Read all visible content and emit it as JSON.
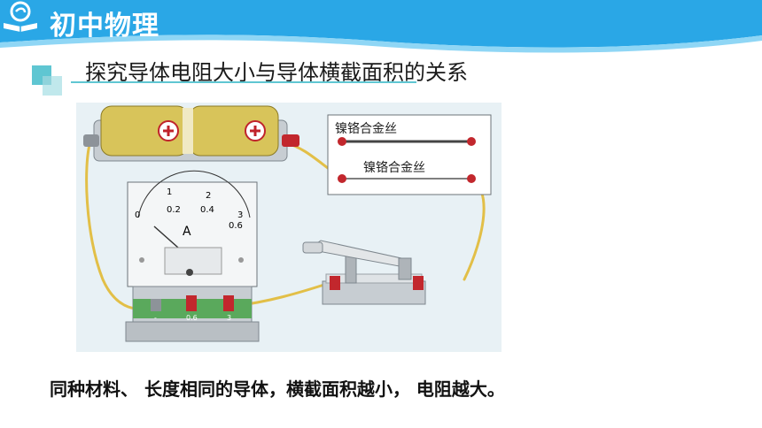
{
  "header": {
    "brand": "初中物理",
    "colors": {
      "band": "#2aa7e6",
      "band_light": "#8fd6f5",
      "accent": "#5fc6d2"
    }
  },
  "slide": {
    "title": "探究导体电阻大小与导体横截面积的关系",
    "caption": "同种材料、 长度相同的导体，横截面积越小， 电阻越大。"
  },
  "figure": {
    "board_labels": [
      "镍铬合金丝",
      "镍铬合金丝"
    ],
    "ammeter": {
      "symbol": "A",
      "scale_top": [
        "1",
        "2",
        "3"
      ],
      "scale_bottom": [
        "0",
        "0.2",
        "0.4",
        "0.6"
      ],
      "terminal_labels": [
        "-",
        "0.6",
        "3"
      ]
    },
    "battery_symbol": "⊕"
  },
  "icons": [
    "publisher-logo-icon",
    "square-decoration-icon",
    "plus-icon"
  ]
}
